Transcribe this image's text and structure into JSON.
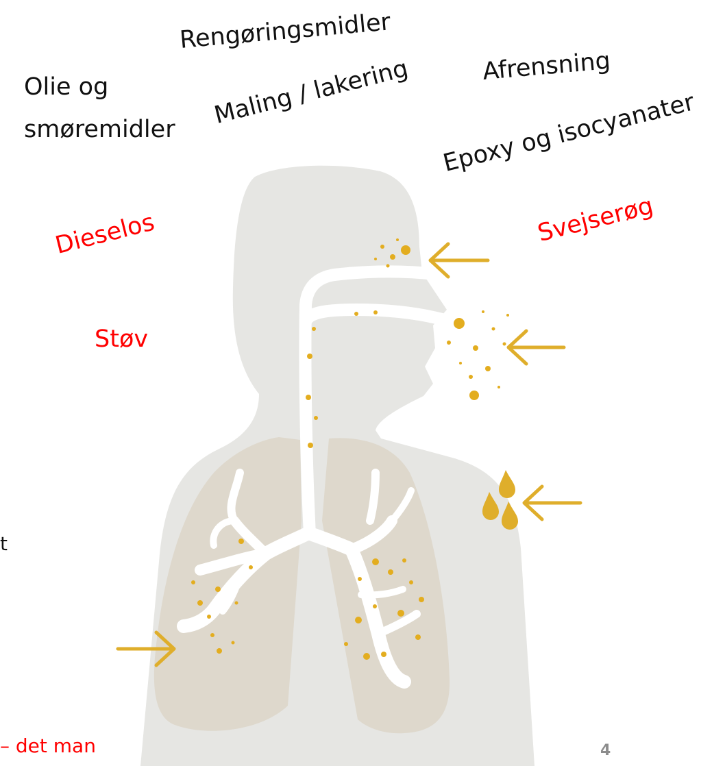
{
  "labels": {
    "rengoring": "Rengøringsmidler",
    "olie_line1": "Olie og",
    "olie_line2": "smøremidler",
    "maling": "Maling / lakering",
    "afrensning": "Afrensning",
    "epoxy": "Epoxy og isocyanater",
    "dieselos": "Dieselos",
    "svejserog": "Svejserøg",
    "stov": "Støv",
    "cut_t": "t",
    "det_man": "– det man",
    "page_number": "4"
  },
  "colors": {
    "black_text": "#111111",
    "red_text": "#ff0000",
    "silhouette": "#e6e6e3",
    "lungs": "#ded8cc",
    "airway": "#ffffff",
    "particles": "#e3ad1f",
    "arrows": "#dfae2b",
    "page_number": "#8c8c8c"
  },
  "icons": [
    "arrow-left-icon",
    "arrow-right-icon",
    "droplet-icon"
  ]
}
